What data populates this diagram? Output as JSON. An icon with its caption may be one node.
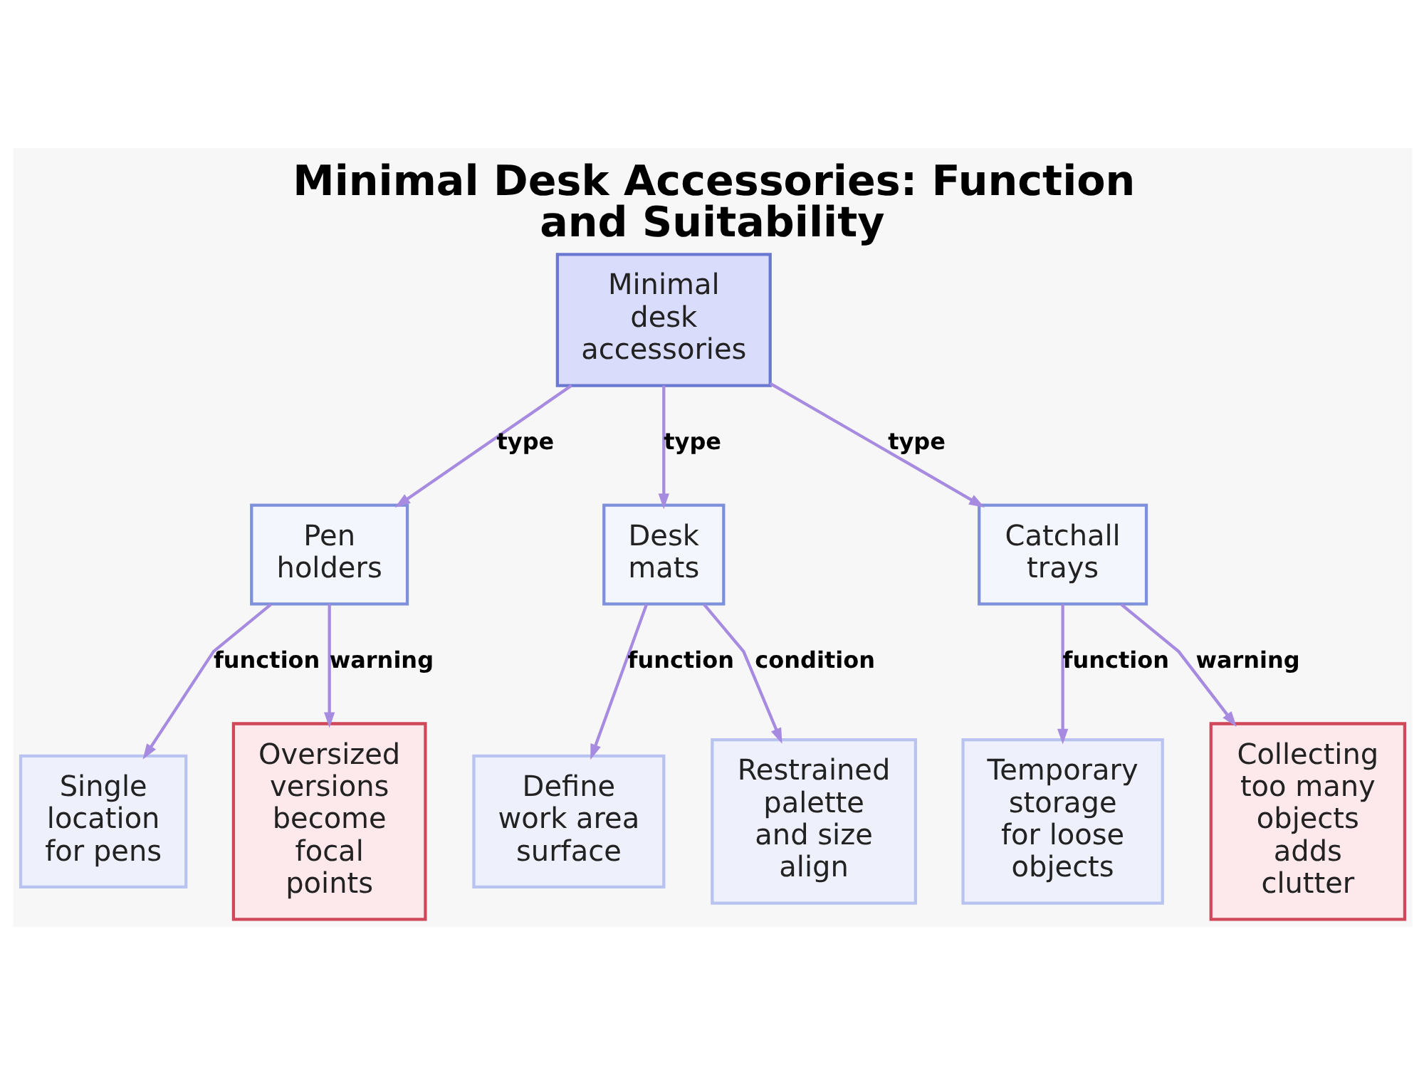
{
  "diagram": {
    "title": "Minimal Desk Accessories: Function and Suitability",
    "nodes": [
      {
        "text": [
          "Minimal desk accessories"
        ]
      },
      {
        "text": [
          "Pen holders"
        ]
      },
      {
        "text": [
          "Desk mats"
        ]
      },
      {
        "text": [
          "Catchall trays"
        ]
      },
      {
        "text": [
          "Single location for pens"
        ]
      },
      {
        "text": [
          "Oversized versions become focal points"
        ]
      },
      {
        "text": [
          "Define work area surface"
        ]
      },
      {
        "text": [
          "Restrained palette and size align"
        ]
      },
      {
        "text": [
          "Temporary storage for loose objects"
        ]
      },
      {
        "text": [
          "Collecting too many objects adds clutter"
        ]
      }
    ],
    "edges": [
      {
        "from": 0,
        "to": 1,
        "arrow": "to",
        "label": "type"
      },
      {
        "from": 0,
        "to": 2,
        "arrow": "to",
        "label": "type"
      },
      {
        "from": 0,
        "to": 3,
        "arrow": "to",
        "label": "type"
      },
      {
        "from": 1,
        "to": 4,
        "arrow": "to",
        "label": "function"
      },
      {
        "from": 1,
        "to": 5,
        "arrow": "to",
        "label": "warning"
      },
      {
        "from": 2,
        "to": 6,
        "arrow": "to",
        "label": "function"
      },
      {
        "from": 2,
        "to": 7,
        "arrow": "to",
        "label": "condition"
      },
      {
        "from": 3,
        "to": 8,
        "arrow": "to",
        "label": "function"
      },
      {
        "from": 3,
        "to": 9,
        "arrow": "to",
        "label": "warning"
      }
    ]
  }
}
